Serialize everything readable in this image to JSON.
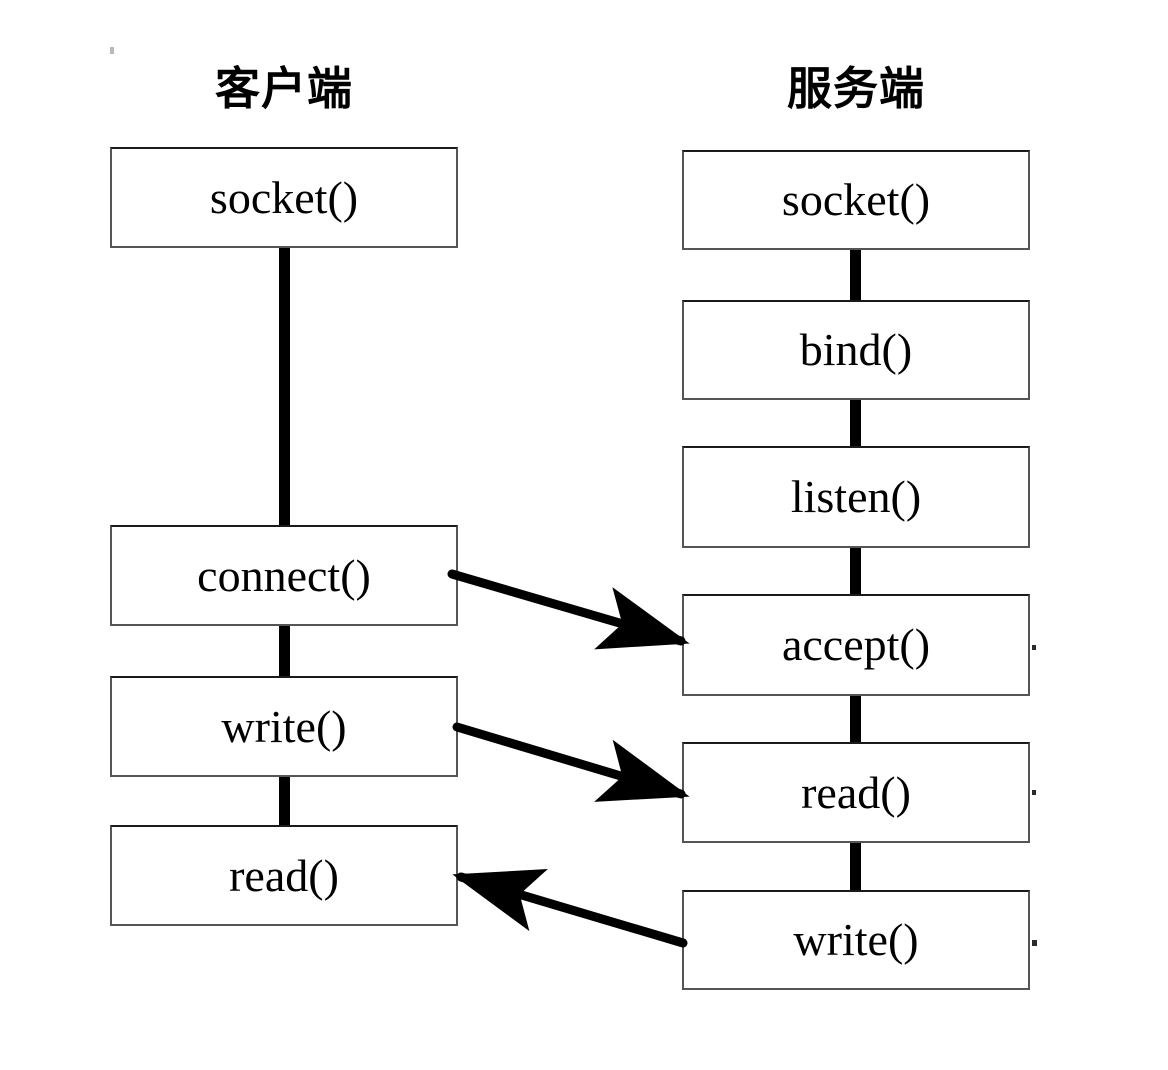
{
  "diagram": {
    "type": "flowchart",
    "title": "TCP socket communication flow between client and server",
    "background_color": "#ffffff",
    "box_border_color": "#555555",
    "connector_color": "#000000",
    "text_color": "#000000"
  },
  "columns": [
    {
      "id": "client",
      "title": "客户端",
      "nodes": [
        {
          "id": "client-socket",
          "label": "socket()"
        },
        {
          "id": "client-connect",
          "label": "connect()"
        },
        {
          "id": "client-write",
          "label": "write()"
        },
        {
          "id": "client-read",
          "label": "read()"
        }
      ]
    },
    {
      "id": "server",
      "title": "服务端",
      "nodes": [
        {
          "id": "server-socket",
          "label": "socket()"
        },
        {
          "id": "server-bind",
          "label": "bind()"
        },
        {
          "id": "server-listen",
          "label": "listen()"
        },
        {
          "id": "server-accept",
          "label": "accept()"
        },
        {
          "id": "server-read",
          "label": "read()"
        },
        {
          "id": "server-write",
          "label": "write()"
        }
      ]
    }
  ],
  "arrows": [
    {
      "id": "connect-to-accept",
      "from": "client-connect",
      "to": "server-accept",
      "direction": "right"
    },
    {
      "id": "client-write-to-server-read",
      "from": "client-write",
      "to": "server-read",
      "direction": "right"
    },
    {
      "id": "server-write-to-client-read",
      "from": "server-write",
      "to": "client-read",
      "direction": "left"
    }
  ]
}
